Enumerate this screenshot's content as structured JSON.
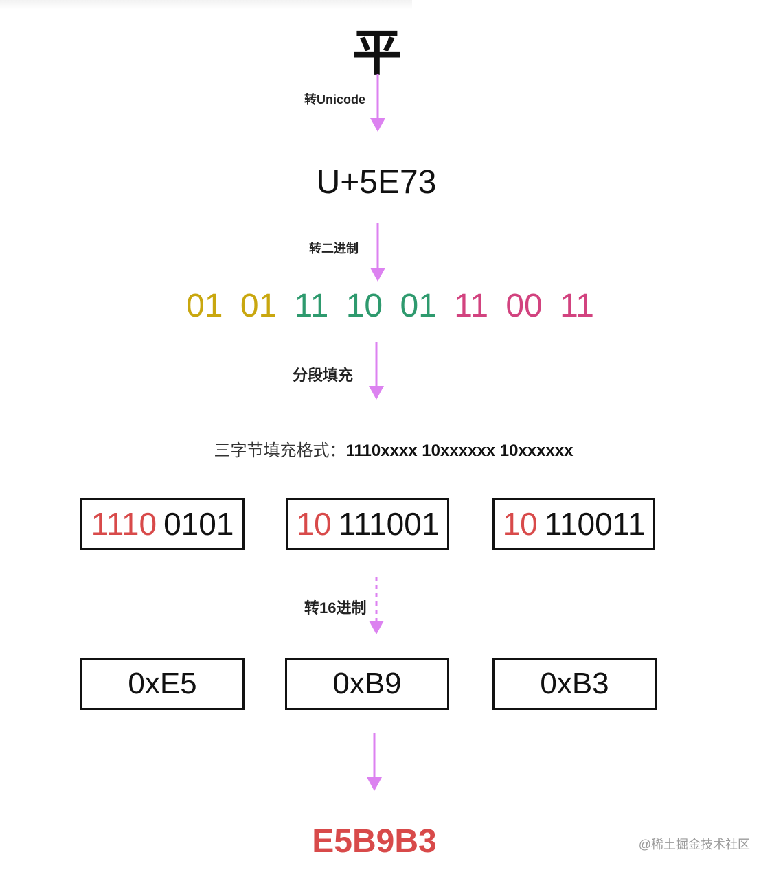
{
  "character": "平",
  "steps": {
    "to_unicode": "转Unicode",
    "to_binary": "转二进制",
    "segment_fill": "分段填充",
    "to_hex": "转16进制"
  },
  "codepoint": "U+5E73",
  "binary_groups": [
    {
      "text": "01",
      "color": "#c9a70f"
    },
    {
      "text": "01",
      "color": "#c9a70f"
    },
    {
      "text": "11",
      "color": "#2e9a6e"
    },
    {
      "text": "10",
      "color": "#2e9a6e"
    },
    {
      "text": "01",
      "color": "#2e9a6e"
    },
    {
      "text": "11",
      "color": "#d2437f"
    },
    {
      "text": "00",
      "color": "#d2437f"
    },
    {
      "text": "11",
      "color": "#d2437f"
    }
  ],
  "format": {
    "label": "三字节填充格式：",
    "pattern": "1110xxxx 10xxxxxx 10xxxxxx"
  },
  "bytes": [
    {
      "prefix": "1110",
      "bits": "0101"
    },
    {
      "prefix": "10",
      "bits": "111001"
    },
    {
      "prefix": "10",
      "bits": "110011"
    }
  ],
  "hex_bytes": [
    "0xE5",
    "0xB9",
    "0xB3"
  ],
  "result": "E5B9B3",
  "watermark": "@稀土掘金技术社区",
  "colors": {
    "arrow": "#dc82f0",
    "prefix_red": "#d84a4a",
    "yellow": "#c9a70f",
    "green": "#2e9a6e",
    "pink": "#d2437f"
  }
}
